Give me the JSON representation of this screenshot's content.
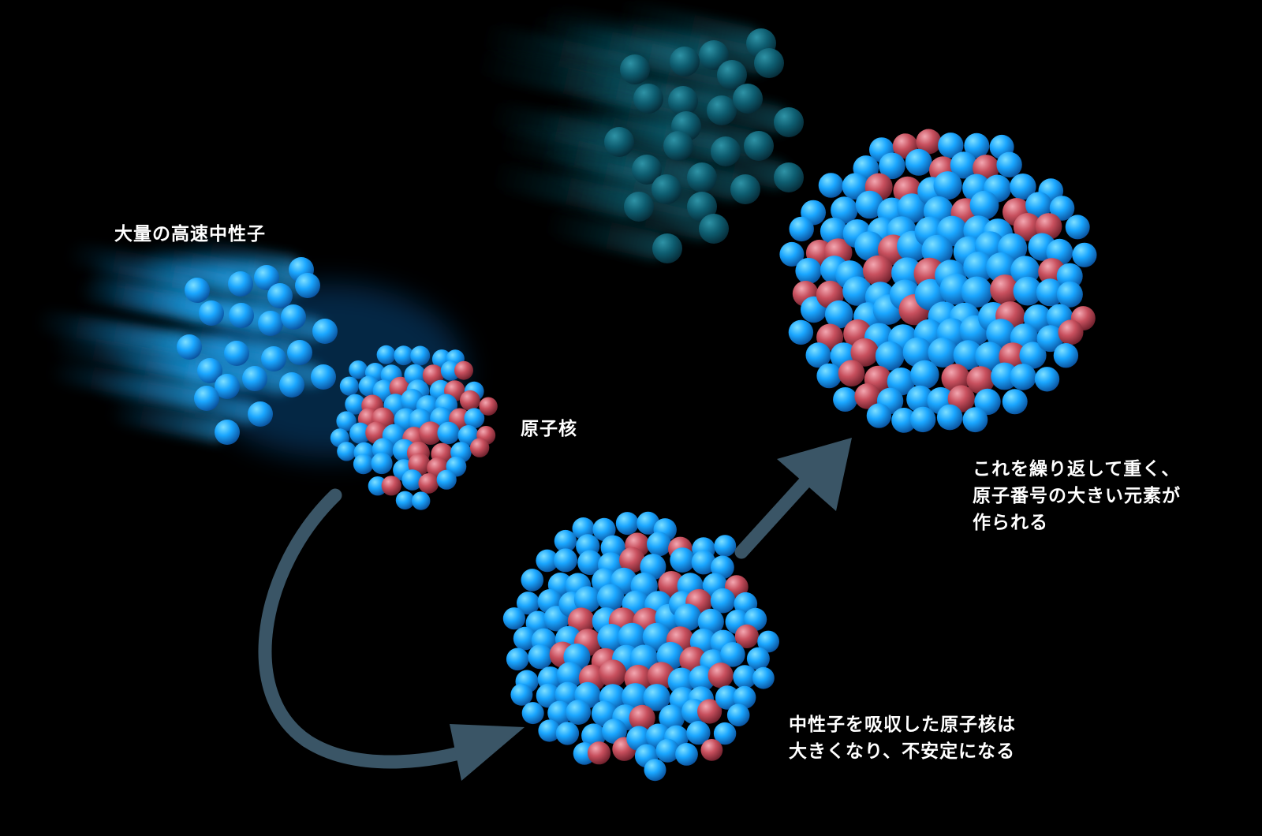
{
  "labels": {
    "neutron_flux": "大量の高速中性子",
    "nucleus": "原子核",
    "absorbed": [
      "中性子を吸収した原子核は",
      "大きくなり、不安定になる"
    ],
    "repeat": [
      "これを繰り返して重く、",
      "原子番号の大きい元素が",
      "作られる"
    ]
  },
  "colors": {
    "background": "#000000",
    "neutron": "#1aa6ff",
    "neutron_dark": "#0a5a6e",
    "proton": "#c8505e",
    "arrow": "#3a5566",
    "label_text": "#ffffff"
  }
}
